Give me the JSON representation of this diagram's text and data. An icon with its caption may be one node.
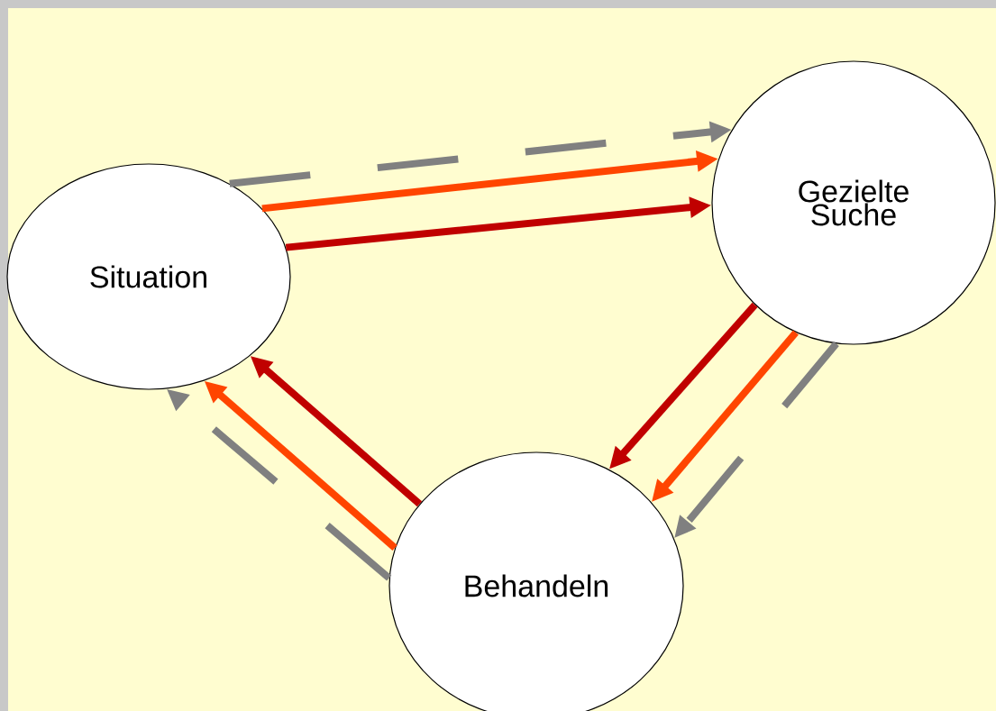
{
  "diagram": {
    "nodes": [
      {
        "text": [
          "Situation"
        ]
      },
      {
        "text": [
          "Gezielte Suche"
        ]
      },
      {
        "text": [
          "Behandeln"
        ]
      }
    ],
    "edges": [
      {
        "from": 0,
        "to": 1,
        "arrow": "to",
        "style": "dashed",
        "color": "#808080"
      },
      {
        "from": 0,
        "to": 1,
        "arrow": "to",
        "color": "#ff4500"
      },
      {
        "from": 0,
        "to": 1,
        "arrow": "to",
        "color": "#c00000"
      },
      {
        "from": 1,
        "to": 2,
        "arrow": "to",
        "color": "#c00000"
      },
      {
        "from": 1,
        "to": 2,
        "arrow": "to",
        "color": "#ff4500"
      },
      {
        "from": 1,
        "to": 2,
        "arrow": "to",
        "style": "dashed",
        "color": "#808080"
      },
      {
        "from": 2,
        "to": 0,
        "arrow": "to",
        "color": "#c00000"
      },
      {
        "from": 2,
        "to": 0,
        "arrow": "to",
        "color": "#ff4500"
      },
      {
        "from": 2,
        "to": 0,
        "arrow": "to",
        "style": "dashed",
        "color": "#808080"
      }
    ]
  }
}
